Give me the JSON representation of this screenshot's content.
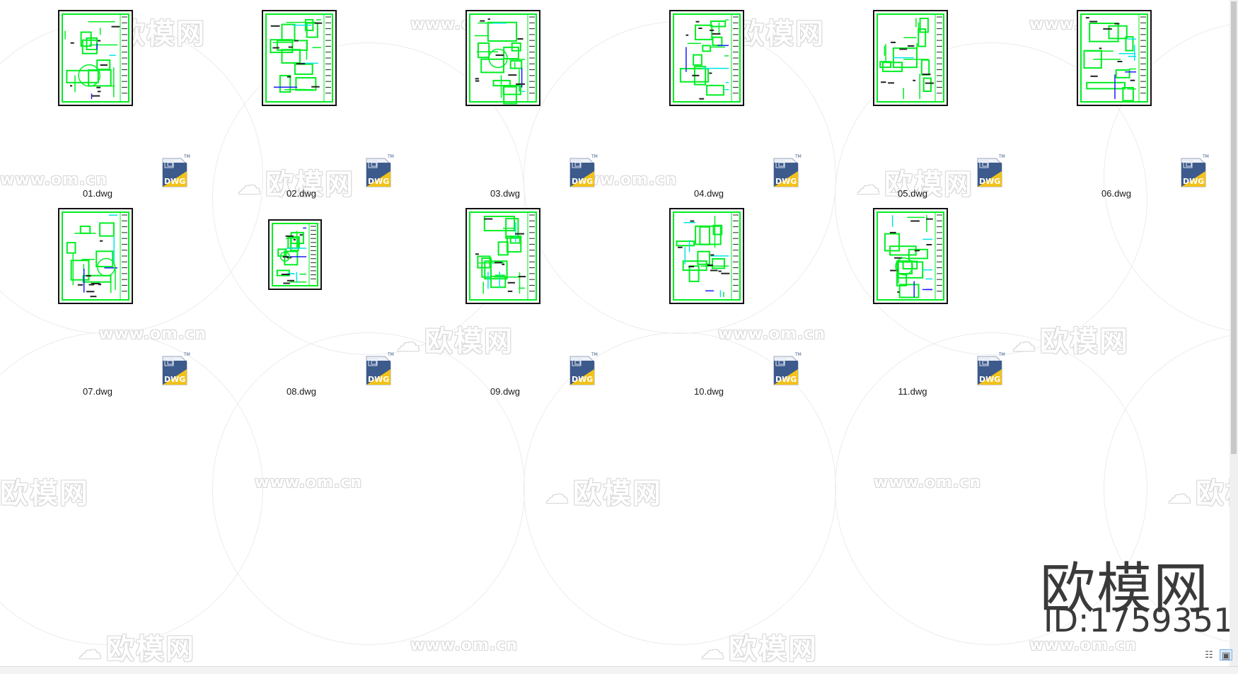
{
  "files": [
    {
      "name": "01.dwg",
      "icon": "dwg-file-icon"
    },
    {
      "name": "02.dwg",
      "icon": "dwg-file-icon"
    },
    {
      "name": "03.dwg",
      "icon": "dwg-file-icon"
    },
    {
      "name": "04.dwg",
      "icon": "dwg-file-icon"
    },
    {
      "name": "05.dwg",
      "icon": "dwg-file-icon"
    },
    {
      "name": "06.dwg",
      "icon": "dwg-file-icon"
    },
    {
      "name": "07.dwg",
      "icon": "dwg-file-icon"
    },
    {
      "name": "08.dwg",
      "icon": "dwg-file-icon"
    },
    {
      "name": "09.dwg",
      "icon": "dwg-file-icon"
    },
    {
      "name": "10.dwg",
      "icon": "dwg-file-icon"
    },
    {
      "name": "11.dwg",
      "icon": "dwg-file-icon"
    }
  ],
  "dwg_badge": {
    "text": "DWG",
    "tm": "TM"
  },
  "watermark": {
    "logo_text": "欧模网",
    "url_text": "www.om.cn"
  },
  "brand": {
    "name": "欧模网",
    "id_text": "ID:1759351"
  },
  "view_buttons": [
    {
      "name": "details-view-button",
      "glyph": "☷",
      "active": false
    },
    {
      "name": "large-icons-view-button",
      "glyph": "▣",
      "active": true
    }
  ],
  "colors": {
    "drawing_green": "#00ee22",
    "drawing_cyan": "#00e5e5",
    "drawing_blue": "#1a1aff",
    "icon_yellow": "#f2c21a",
    "icon_blue": "#3d5a8c"
  }
}
